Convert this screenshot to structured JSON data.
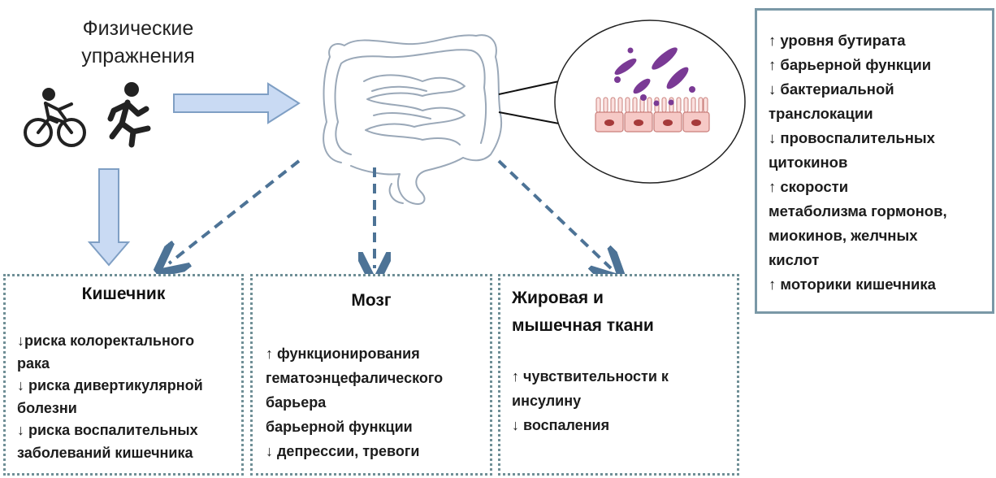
{
  "exercise": {
    "title_lines": [
      "Физические",
      "упражнения"
    ],
    "icons": [
      "cyclist-icon",
      "runner-icon"
    ]
  },
  "illustration": {
    "organ": "intestine-icon",
    "detail": "gut-epithelium-bacteria-icon"
  },
  "effects_box": {
    "lines": [
      "↑ уровня бутирата",
      "↑ барьерной функции",
      "↓ бактериальной",
      "транслокации",
      "↓ провоспалительных",
      "цитокинов",
      "↑ скорости",
      "метаболизма гормонов,",
      "миокинов, желчных",
      "кислот",
      "↑ моторики кишечника"
    ]
  },
  "boxes": [
    {
      "title_lines": [
        "Кишечник"
      ],
      "lines": [
        "↓риска колоректального",
        "рака",
        "↓ риска дивертикулярной",
        "болезни",
        "↓ риска воспалительных",
        "заболеваний кишечника"
      ]
    },
    {
      "title_lines": [
        "Мозг"
      ],
      "lines": [
        "↑ функционирования",
        "гематоэнцефалического",
        "барьера",
        "барьерной функции",
        "↓ депрессии, тревоги"
      ]
    },
    {
      "title_lines": [
        "Жировая и",
        "мышечная ткани"
      ],
      "lines": [
        "↑ чувствительности к",
        "инсулину",
        "↓ воспаления"
      ]
    }
  ],
  "colors": {
    "arrow_fill": "#c9daf3",
    "arrow_stroke": "#7f9fc4",
    "dashed_arrow": "#4d7396",
    "box_border": "#6f8f96",
    "effects_border": "#7a98a6",
    "intestine_stroke": "#9aa8b8",
    "cell_fill": "#f6c9c6",
    "bacteria_fill": "#7a3a95"
  }
}
